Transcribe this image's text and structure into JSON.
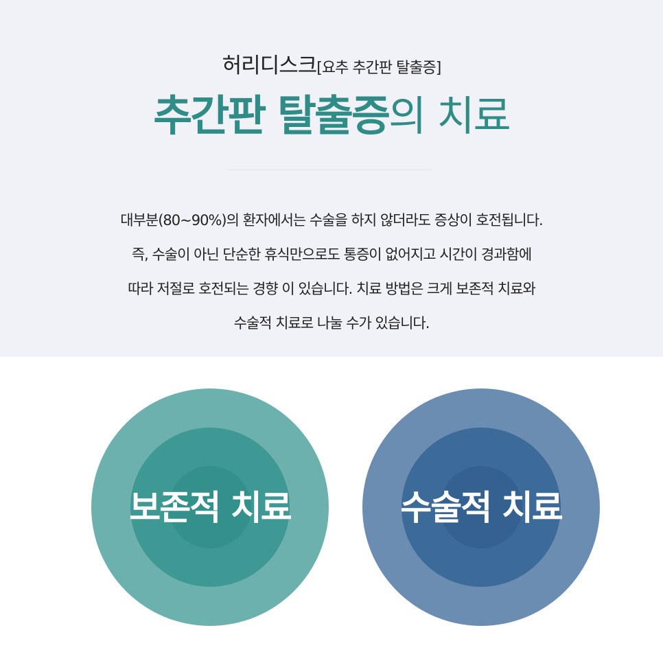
{
  "header": {
    "subtitle_main": "허리디스크",
    "subtitle_bracket": "[요추 추간판 탈출증]",
    "title_strong": "추간판 탈출증",
    "title_rest": "의 치료"
  },
  "description": {
    "lines": [
      "대부분(80~90%)의 환자에서는 수술을 하지 않더라도 증상이 호전됩니다.",
      "즉, 수술이 아닌 단순한 휴식만으로도 통증이 없어지고 시간이 경과함에",
      "따라 저절로 호전되는 경향 이 있습니다. 치료 방법은 크게 보존적 치료와",
      "수술적 치료로 나눌 수가 있습니다."
    ]
  },
  "treatments": [
    {
      "label": "보존적 치료"
    },
    {
      "label": "수술적 치료"
    }
  ],
  "colors": {
    "panel_background": "#f1f2f7",
    "title_teal": "#2f8c86",
    "teal_outer": "#6db1af",
    "teal_mid": "#3e9893",
    "teal_inner": "#34908b",
    "blue_outer": "#6a8db1",
    "blue_mid": "#3d6b99",
    "blue_inner": "#34618f"
  }
}
